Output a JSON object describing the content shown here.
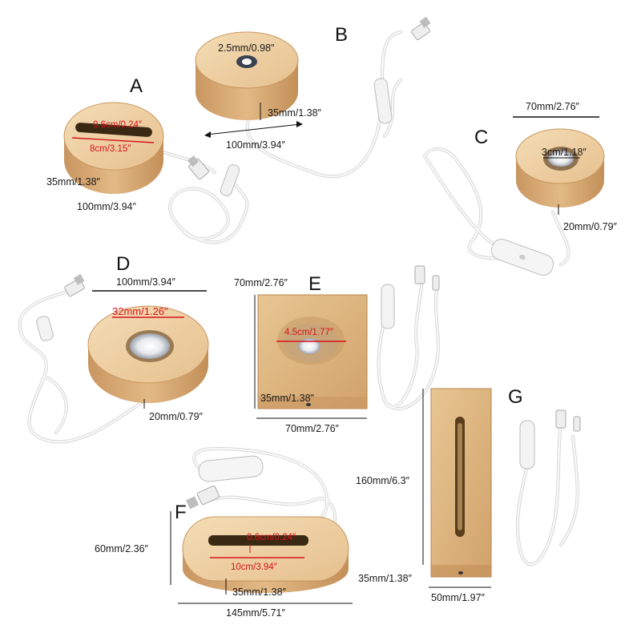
{
  "colors": {
    "wood_light": "#f1d7ad",
    "wood_mid": "#dfb783",
    "wood_dark": "#c0905b",
    "wood_side": "#d3a46d",
    "measure_red": "#d8141c",
    "cable": "#f4f4f4",
    "cable_edge": "#c9c9c9"
  },
  "items": {
    "a": {
      "letter": "A",
      "slot_width": "0.6cm/0.24″",
      "slot_length": "8cm/3.15″",
      "height": "35mm/1.38″",
      "diameter": "100mm/3.94″"
    },
    "b": {
      "letter": "B",
      "hole": "2.5mm/0.98″",
      "height": "35mm/1.38″",
      "diameter": "100mm/3.94″"
    },
    "c": {
      "letter": "C",
      "diameter": "70mm/2.76″",
      "hole": "3cm/1.18″",
      "height": "20mm/0.79″"
    },
    "d": {
      "letter": "D",
      "diameter": "100mm/3.94″",
      "hole": "32mm/1.26″",
      "height": "20mm/0.79″"
    },
    "e": {
      "letter": "E",
      "side": "70mm/2.76″",
      "hole": "4.5cm/1.77″",
      "height": "35mm/1.38″",
      "width": "70mm/2.76″"
    },
    "f": {
      "letter": "F",
      "depth": "60mm/2.36″",
      "slot_width": "0.6cm/0.24″",
      "slot_length": "10cm/3.94″",
      "height": "35mm/1.38″",
      "length": "145mm/5.71″"
    },
    "g": {
      "letter": "G",
      "length": "160mm/6.3″",
      "height": "35mm/1.38″",
      "width": "50mm/1.97″"
    }
  }
}
